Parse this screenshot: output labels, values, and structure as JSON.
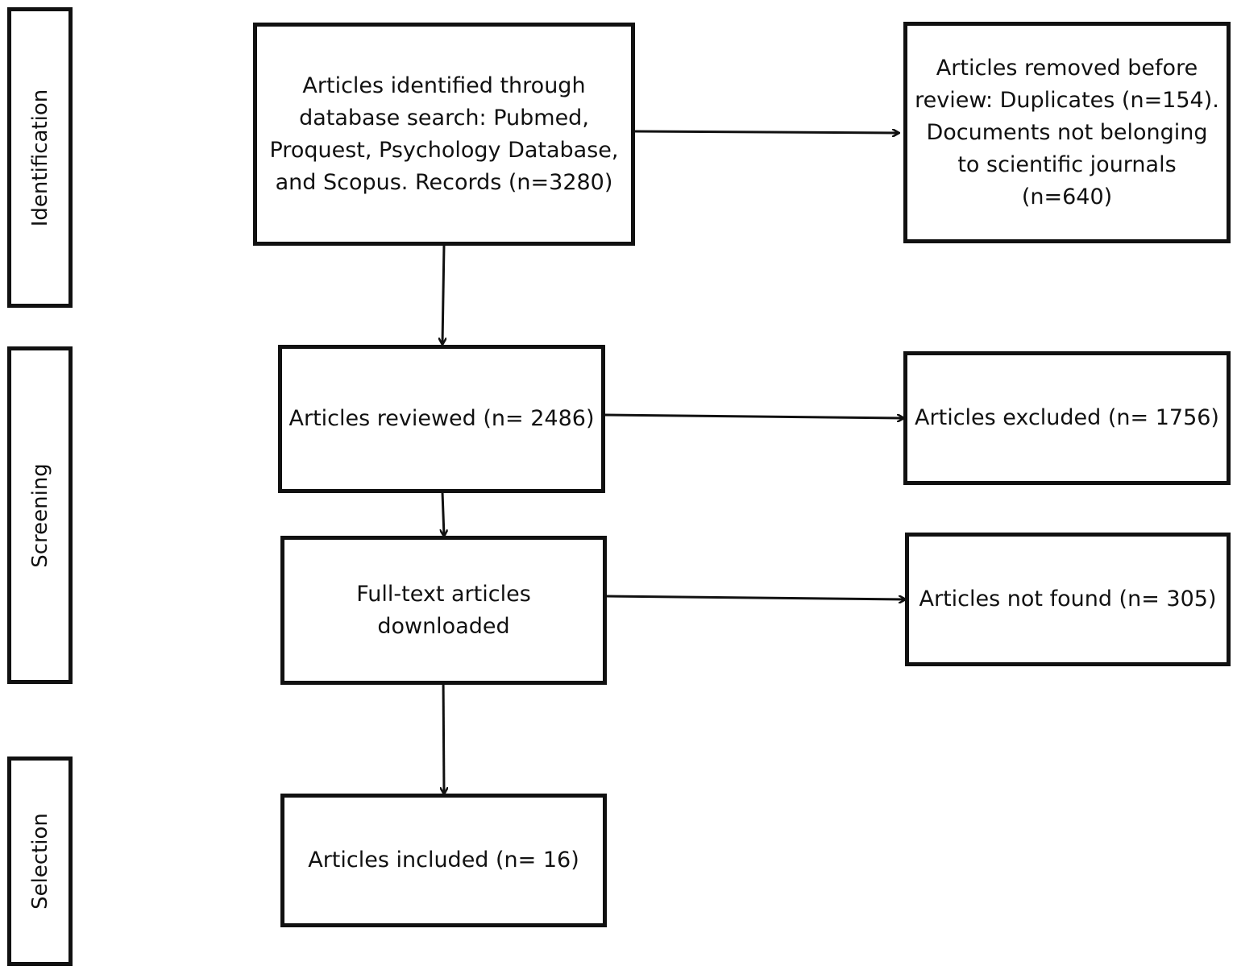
{
  "stages": {
    "identification": "Identification",
    "screening": "Screening",
    "selection": "Selection"
  },
  "boxes": {
    "identified": "Articles identified through\ndatabase search: Pubmed,\nProquest, Psychology Database,\nand Scopus. Records (n=3280)",
    "removed": "Articles removed before\nreview: Duplicates (n=154).\nDocuments not belonging\nto scientific journals (n=640)",
    "reviewed": "Articles reviewed (n= 2486)",
    "excluded": "Articles excluded (n= 1756)",
    "full_text": "Full-text articles\ndownloaded",
    "not_found": "Articles not found (n= 305)",
    "included": "Articles included (n= 16)"
  },
  "colors": {
    "stroke": "#111111",
    "background": "#ffffff"
  }
}
